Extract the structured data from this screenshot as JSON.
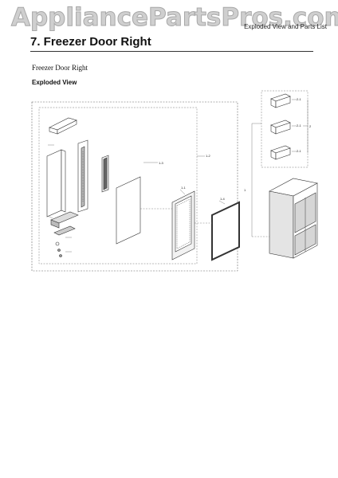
{
  "watermark": "AppliancePartsPros.com",
  "header": {
    "right_text": "Exploded View and Parts List"
  },
  "section": {
    "title": "7.  Freezer Door Right"
  },
  "subtitle": "Freezer Door Right",
  "exploded_label": "Exploded View",
  "callouts": {
    "c2_1a": "2-1",
    "c2_1b": "2-1",
    "c2_1c": "2-1",
    "c2": "2",
    "c1_1": "1-1",
    "c1_4": "1-4",
    "c1": "1",
    "c1_2": "1-2",
    "c1_3": "1-3"
  }
}
